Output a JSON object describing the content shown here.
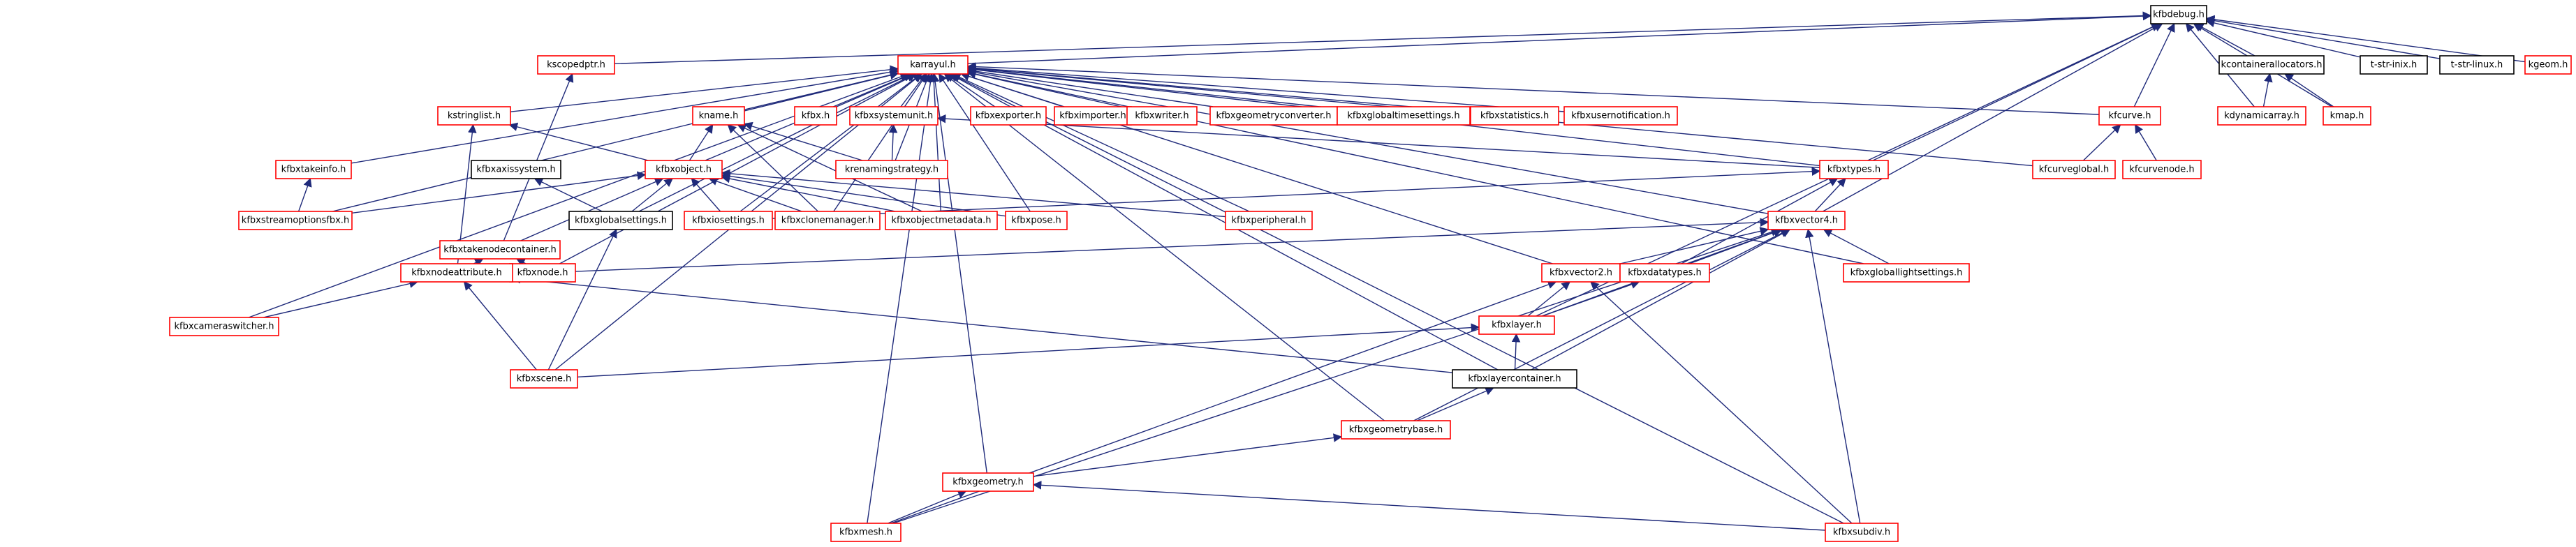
{
  "colors": {
    "edge_include": "#1f2a7a",
    "edge_reverse": "#0a6a1a",
    "border_red": "#ff0000",
    "border_black": "#000000",
    "focus_fill": "#bfbfbf"
  },
  "nodes": [
    {
      "id": "kfbdebug",
      "label": "kfbdebug.h",
      "focus": true
    },
    {
      "id": "kscopedptr",
      "label": "kscopedptr.h",
      "red": true
    },
    {
      "id": "karrayul",
      "label": "karrayul.h",
      "red": true
    },
    {
      "id": "kcontainerallocators",
      "label": "kcontainerallocators.h"
    },
    {
      "id": "tstrinix",
      "label": "t-str-inix.h"
    },
    {
      "id": "tstrlinux",
      "label": "t-str-linux.h"
    },
    {
      "id": "kgeom",
      "label": "kgeom.h",
      "red": true
    },
    {
      "id": "kdynamicarray",
      "label": "kdynamicarray.h",
      "red": true
    },
    {
      "id": "kmap",
      "label": "kmap.h",
      "red": true
    },
    {
      "id": "kstringlist",
      "label": "kstringlist.h",
      "red": true
    },
    {
      "id": "kname",
      "label": "kname.h",
      "red": true
    },
    {
      "id": "kfbx",
      "label": "kfbx.h",
      "red": true
    },
    {
      "id": "kfbxsystemunit",
      "label": "kfbxsystemunit.h",
      "red": true
    },
    {
      "id": "kfbxexporter",
      "label": "kfbxexporter.h",
      "red": true
    },
    {
      "id": "kfbximporter",
      "label": "kfbximporter.h",
      "red": true
    },
    {
      "id": "kfbxwriter",
      "label": "kfbxwriter.h",
      "red": true
    },
    {
      "id": "kfbxgeometryconverter",
      "label": "kfbxgeometryconverter.h",
      "red": true
    },
    {
      "id": "kfbxglobaltimesettings",
      "label": "kfbxglobaltimesettings.h",
      "red": true
    },
    {
      "id": "kfbxstatistics",
      "label": "kfbxstatistics.h",
      "red": true
    },
    {
      "id": "kfbxusernotification",
      "label": "kfbxusernotification.h",
      "red": true
    },
    {
      "id": "kfcurve",
      "label": "kfcurve.h",
      "red": true
    },
    {
      "id": "kfbxtakeinfo",
      "label": "kfbxtakeinfo.h",
      "red": true
    },
    {
      "id": "krenamingstrategy",
      "label": "krenamingstrategy.h",
      "red": true
    },
    {
      "id": "kfbxtypes",
      "label": "kfbxtypes.h",
      "red": true
    },
    {
      "id": "kfcurveglobal",
      "label": "kfcurveglobal.h",
      "red": true
    },
    {
      "id": "kfcurvenode",
      "label": "kfcurvenode.h",
      "red": true
    },
    {
      "id": "kfbxaxissystem",
      "label": "kfbxaxissystem.h"
    },
    {
      "id": "kfbxobject",
      "label": "kfbxobject.h",
      "red": true
    },
    {
      "id": "kfbxstreamoptionsfbx",
      "label": "kfbxstreamoptionsfbx.h",
      "red": true
    },
    {
      "id": "kfbxtakenodecontainer",
      "label": "kfbxtakenodecontainer.h",
      "red": true
    },
    {
      "id": "kfbxglobalsettings",
      "label": "kfbxglobalsettings.h"
    },
    {
      "id": "kfbxiosettings",
      "label": "kfbxiosettings.h",
      "red": true
    },
    {
      "id": "kfbxclonemanager",
      "label": "kfbxclonemanager.h",
      "red": true
    },
    {
      "id": "kfbxobjectmetadata",
      "label": "kfbxobjectmetadata.h",
      "red": true
    },
    {
      "id": "kfbxpose",
      "label": "kfbxpose.h",
      "red": true
    },
    {
      "id": "kfbxperipheral",
      "label": "kfbxperipheral.h",
      "red": true
    },
    {
      "id": "kfbxvector4",
      "label": "kfbxvector4.h",
      "red": true
    },
    {
      "id": "kfbxnode",
      "label": "kfbxnode.h",
      "red": true
    },
    {
      "id": "kfbxnodeattribute",
      "label": "kfbxnodeattribute.h",
      "red": true
    },
    {
      "id": "kfbxvector2",
      "label": "kfbxvector2.h",
      "red": true
    },
    {
      "id": "kfbxdatatypes",
      "label": "kfbxdatatypes.h",
      "red": true
    },
    {
      "id": "kfbxgloballightsettings",
      "label": "kfbxgloballightsettings.h",
      "red": true
    },
    {
      "id": "kfbxcameraswitcher",
      "label": "kfbxcameraswitcher.h",
      "red": true
    },
    {
      "id": "kfbxlayer",
      "label": "kfbxlayer.h",
      "red": true
    },
    {
      "id": "kfbxscene",
      "label": "kfbxscene.h",
      "red": true
    },
    {
      "id": "kfbxlayercontainer",
      "label": "kfbxlayercontainer.h"
    },
    {
      "id": "kfbxgeometrybase",
      "label": "kfbxgeometrybase.h",
      "red": true
    },
    {
      "id": "kfbxgeometry",
      "label": "kfbxgeometry.h",
      "red": true
    },
    {
      "id": "kfbxmesh",
      "label": "kfbxmesh.h",
      "red": true
    },
    {
      "id": "kfbxsubdiv",
      "label": "kfbxsubdiv.h",
      "red": true
    }
  ],
  "edges": [
    [
      "kscopedptr",
      "kfbdebug"
    ],
    [
      "karrayul",
      "kfbdebug"
    ],
    [
      "kcontainerallocators",
      "kfbdebug"
    ],
    [
      "tstrinix",
      "kfbdebug"
    ],
    [
      "tstrlinux",
      "kfbdebug"
    ],
    [
      "kgeom",
      "kfbdebug"
    ],
    [
      "kdynamicarray",
      "kfbdebug"
    ],
    [
      "kmap",
      "kfbdebug"
    ],
    [
      "kfcurve",
      "kfbdebug"
    ],
    [
      "kfbxtypes",
      "kfbdebug"
    ],
    [
      "kfbxvector4",
      "kfbdebug"
    ],
    [
      "kfbxlayer",
      "kfbdebug"
    ],
    [
      "kfbxtakenodecontainer",
      "kscopedptr"
    ],
    [
      "kstringlist",
      "karrayul"
    ],
    [
      "kname",
      "karrayul"
    ],
    [
      "kfbx",
      "karrayul"
    ],
    [
      "kfbxsystemunit",
      "karrayul"
    ],
    [
      "kfbxexporter",
      "karrayul"
    ],
    [
      "kfbximporter",
      "karrayul"
    ],
    [
      "kfbxwriter",
      "karrayul"
    ],
    [
      "kfbxgeometryconverter",
      "karrayul"
    ],
    [
      "kfbxglobaltimesettings",
      "karrayul"
    ],
    [
      "kfbxstatistics",
      "karrayul"
    ],
    [
      "kfbxusernotification",
      "karrayul"
    ],
    [
      "kfcurve",
      "karrayul"
    ],
    [
      "kfbxtakeinfo",
      "karrayul"
    ],
    [
      "krenamingstrategy",
      "karrayul"
    ],
    [
      "kfbxobject",
      "karrayul"
    ],
    [
      "kfbxstreamoptionsfbx",
      "karrayul"
    ],
    [
      "kfbxglobalsettings",
      "karrayul"
    ],
    [
      "kfbxiosettings",
      "karrayul"
    ],
    [
      "kfbxclonemanager",
      "karrayul"
    ],
    [
      "kfbxobjectmetadata",
      "karrayul"
    ],
    [
      "kfbxpose",
      "karrayul"
    ],
    [
      "kfbxperipheral",
      "karrayul"
    ],
    [
      "kfbxvector4",
      "karrayul"
    ],
    [
      "kfbxnode",
      "karrayul"
    ],
    [
      "kfbxcameraswitcher",
      "karrayul"
    ],
    [
      "kfbxscene",
      "karrayul"
    ],
    [
      "kfbxlayercontainer",
      "karrayul"
    ],
    [
      "kfcurveglobal",
      "karrayul"
    ],
    [
      "kfbxvector2",
      "karrayul"
    ],
    [
      "kfbxsubdiv",
      "karrayul"
    ],
    [
      "kfbxmesh",
      "karrayul"
    ],
    [
      "kfbxgeometrybase",
      "karrayul"
    ],
    [
      "kfbxtypes",
      "karrayul"
    ],
    [
      "kfbxgloballightsettings",
      "karrayul"
    ],
    [
      "kdynamicarray",
      "kcontainerallocators"
    ],
    [
      "kmap",
      "kcontainerallocators"
    ],
    [
      "kfcurveglobal",
      "kfcurve"
    ],
    [
      "kfcurvenode",
      "kfcurve"
    ],
    [
      "kfbxstreamoptionsfbx",
      "kfbxtakeinfo"
    ],
    [
      "kfbxobject",
      "kstringlist"
    ],
    [
      "kfbxnodeattribute",
      "kstringlist"
    ],
    [
      "kfbxobject",
      "kname"
    ],
    [
      "krenamingstrategy",
      "kname"
    ],
    [
      "kfbxclonemanager",
      "kname"
    ],
    [
      "kfbxobjectmetadata",
      "kname"
    ],
    [
      "krenamingstrategy",
      "kfbxsystemunit"
    ],
    [
      "kfbxtypes",
      "kfbxsystemunit"
    ],
    [
      "kfbxglobalsettings",
      "kfbxaxissystem"
    ],
    [
      "kfbxstreamoptionsfbx",
      "kfbxobject"
    ],
    [
      "kfbxtakenodecontainer",
      "kfbxobject"
    ],
    [
      "kfbxglobalsettings",
      "kfbxobject"
    ],
    [
      "kfbxiosettings",
      "kfbxobject"
    ],
    [
      "kfbxclonemanager",
      "kfbxobject"
    ],
    [
      "kfbxobjectmetadata",
      "kfbxobject"
    ],
    [
      "kfbxpose",
      "kfbxobject"
    ],
    [
      "kfbxperipheral",
      "kfbxobject"
    ],
    [
      "kfbxnodeattribute",
      "kfbxtakenodecontainer"
    ],
    [
      "kfbxnode",
      "kfbxtakenodecontainer"
    ],
    [
      "kfbxscene",
      "kfbxglobalsettings"
    ],
    [
      "kfbxiosettings",
      "kfbxtypes"
    ],
    [
      "kfbxdatatypes",
      "kfbxtypes"
    ],
    [
      "kfbxvector4",
      "kfbxtypes"
    ],
    [
      "kfbxnode",
      "kfbxvector4"
    ],
    [
      "kfbxvector2",
      "kfbxvector4"
    ],
    [
      "kfbxdatatypes",
      "kfbxvector4"
    ],
    [
      "kfbxgloballightsettings",
      "kfbxvector4"
    ],
    [
      "kfbxlayer",
      "kfbxvector4"
    ],
    [
      "kfbxlayercontainer",
      "kfbxvector4"
    ],
    [
      "kfbxgeometrybase",
      "kfbxvector4"
    ],
    [
      "kfbxsubdiv",
      "kfbxvector4"
    ],
    [
      "kfbxmesh",
      "kfbxvector4"
    ],
    [
      "kfbxcameraswitcher",
      "kfbxnodeattribute"
    ],
    [
      "kfbxscene",
      "kfbxnodeattribute"
    ],
    [
      "kfbxlayercontainer",
      "kfbxnodeattribute"
    ],
    [
      "kfbxlayer",
      "kfbxvector2"
    ],
    [
      "kfbxsubdiv",
      "kfbxvector2"
    ],
    [
      "kfbxmesh",
      "kfbxvector2"
    ],
    [
      "kfbxlayer",
      "kfbxdatatypes"
    ],
    [
      "kfbxscene",
      "kfbxlayer"
    ],
    [
      "kfbxlayercontainer",
      "kfbxlayer"
    ],
    [
      "kfbxgeometrybase",
      "kfbxlayercontainer"
    ],
    [
      "kfbxgeometry",
      "kfbxgeometrybase"
    ],
    [
      "kfbxmesh",
      "kfbxgeometry"
    ],
    [
      "kfbxsubdiv",
      "kfbxgeometry"
    ],
    [
      "kfbxgeometry",
      "karrayul"
    ]
  ]
}
